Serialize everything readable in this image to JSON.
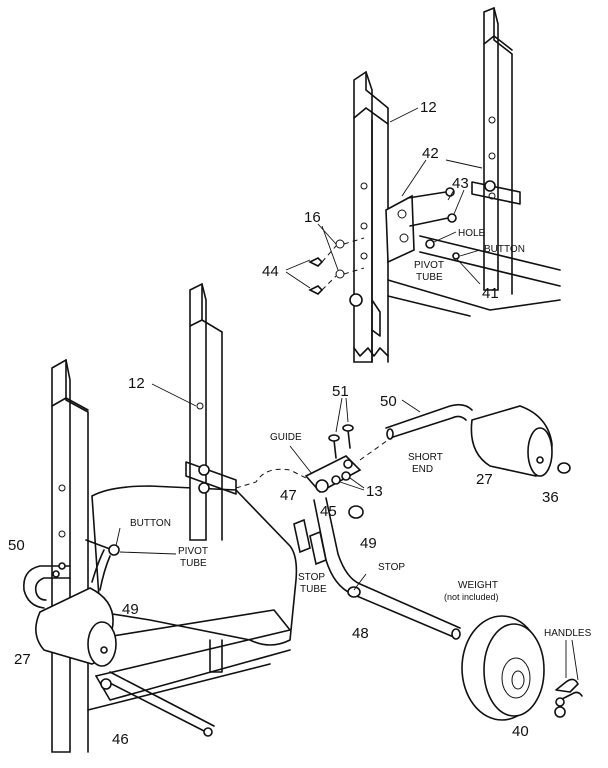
{
  "callouts": {
    "p12_top": "12",
    "p42": "42",
    "p43": "43",
    "p16": "16",
    "p44": "44",
    "hole": "HOLE",
    "button_top": "BUTTON",
    "pivot_top_1": "PIVOT",
    "pivot_top_2": "TUBE",
    "p41": "41",
    "p12_mid": "12",
    "p51": "51",
    "p50_right": "50",
    "guide": "GUIDE",
    "short_end_1": "SHORT",
    "short_end_2": "END",
    "p13": "13",
    "p27_right": "27",
    "p36": "36",
    "p47": "47",
    "p45": "45",
    "p49_right": "49",
    "button_left": "BUTTON",
    "pivot_left_1": "PIVOT",
    "pivot_left_2": "TUBE",
    "p50_left": "50",
    "stop_tube_1": "STOP",
    "stop_tube_2": "TUBE",
    "stop": "STOP",
    "weight_1": "WEIGHT",
    "weight_2": "(not included)",
    "p49_left": "49",
    "p48": "48",
    "handles": "HANDLES",
    "p27_left": "27",
    "p46": "46",
    "p40": "40"
  }
}
